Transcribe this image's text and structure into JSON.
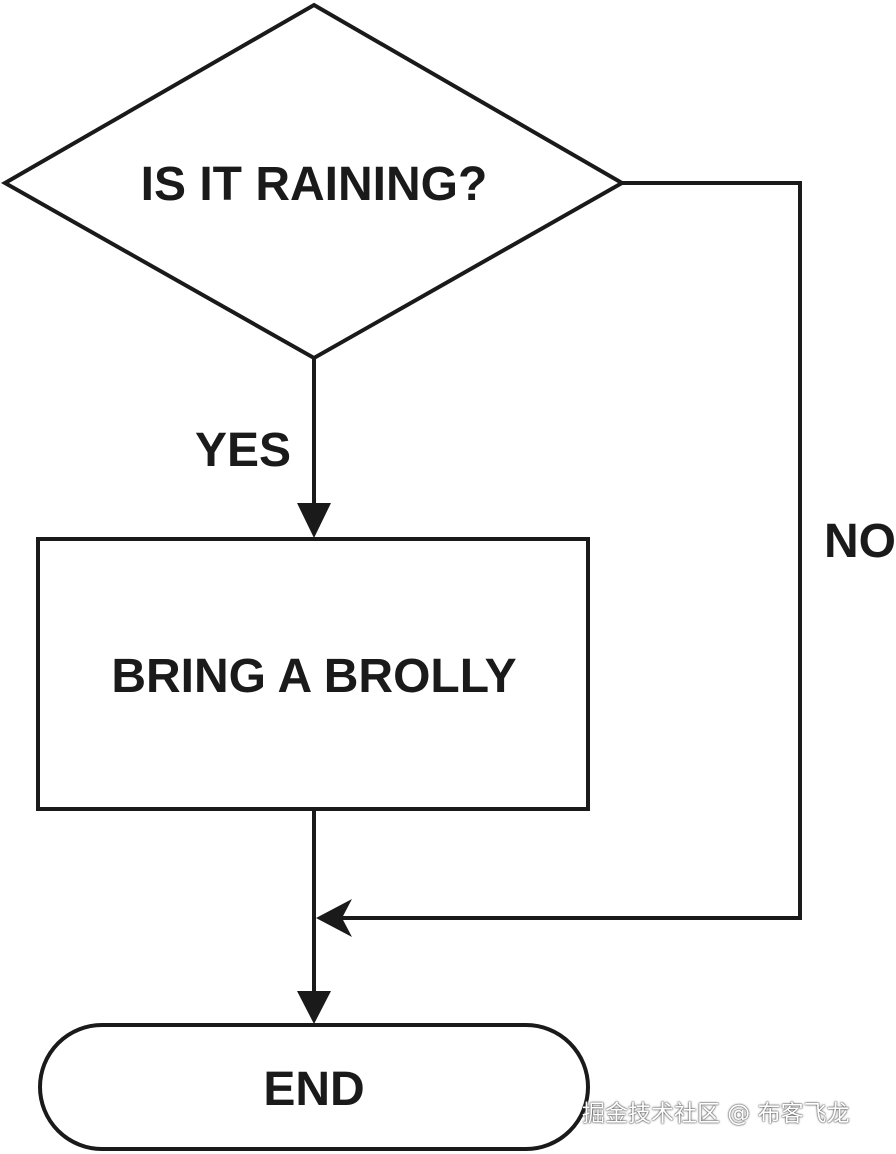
{
  "nodes": {
    "decision": {
      "label": "IS IT RAINING?"
    },
    "process": {
      "label": "BRING A BROLLY"
    },
    "terminal": {
      "label": "END"
    }
  },
  "edges": {
    "yes": {
      "label": "YES"
    },
    "no": {
      "label": "NO"
    }
  },
  "watermark": {
    "text": "掘金技术社区 @ 布客飞龙"
  },
  "colors": {
    "stroke": "#1a1a1a",
    "background": "#ffffff"
  }
}
